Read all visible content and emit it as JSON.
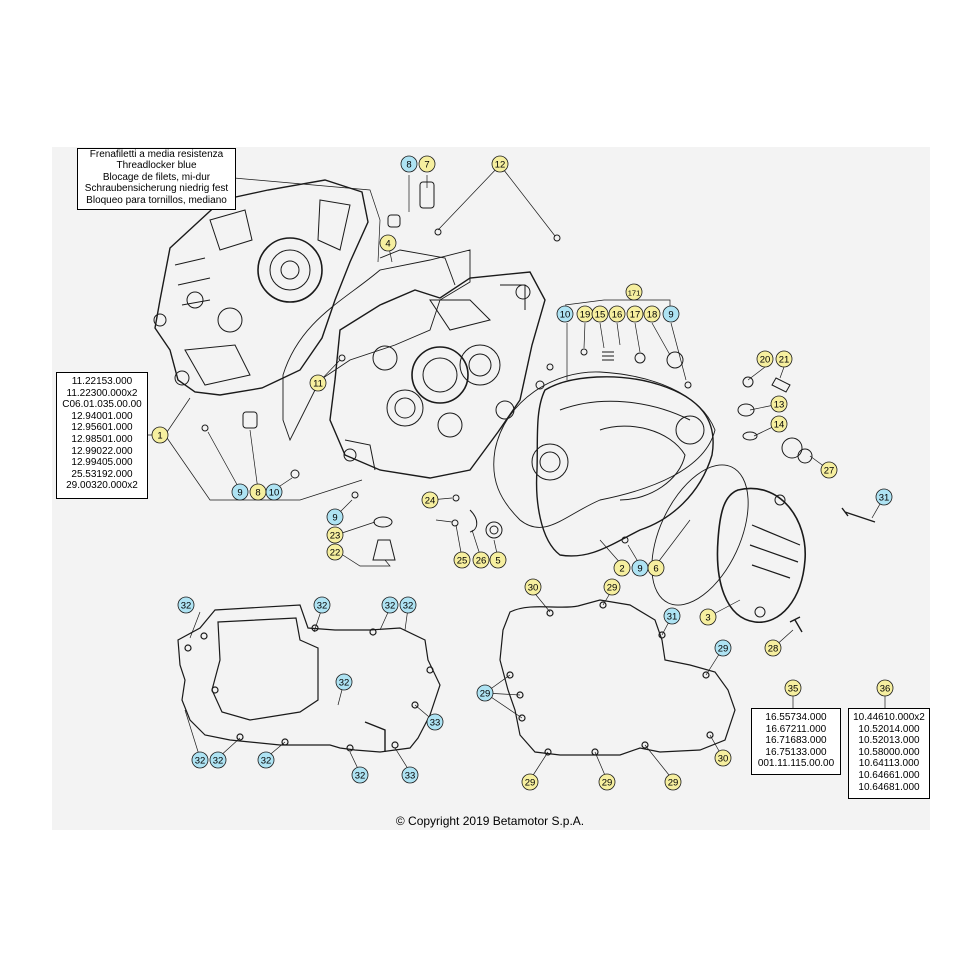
{
  "note": {
    "lines": [
      "Frenafiletti a media resistenza",
      "Threadlocker blue",
      "Blocage de filets, mi-dur",
      "Schraubensicherung niedrig fest",
      "Bloqueo para tornillos, mediano"
    ]
  },
  "part_lists": {
    "list_1": [
      "11.22153.000",
      "11.22300.000x2",
      "C06.01.035.00.00",
      "12.94001.000",
      "12.95601.000",
      "12.98501.000",
      "12.99022.000",
      "12.99405.000",
      "25.53192.000",
      "29.00320.000x2"
    ],
    "list_35": [
      "16.55734.000",
      "16.67211.000",
      "16.71683.000",
      "16.75133.000",
      "001.11.115.00.00"
    ],
    "list_36": [
      "10.44610.000x2",
      "10.52014.000",
      "10.52013.000",
      "10.58000.000",
      "10.64113.000",
      "10.64661.000",
      "10.64681.000"
    ]
  },
  "callouts": [
    {
      "label": "8",
      "color": "blue"
    },
    {
      "label": "7",
      "color": "yellow"
    },
    {
      "label": "12",
      "color": "yellow"
    },
    {
      "label": "4",
      "color": "yellow"
    },
    {
      "label": "11",
      "color": "yellow"
    },
    {
      "label": "1",
      "color": "yellow"
    },
    {
      "label": "9",
      "color": "blue"
    },
    {
      "label": "8",
      "color": "yellow"
    },
    {
      "label": "10",
      "color": "blue"
    },
    {
      "label": "9",
      "color": "blue"
    },
    {
      "label": "23",
      "color": "yellow"
    },
    {
      "label": "22",
      "color": "yellow"
    },
    {
      "label": "24",
      "color": "yellow"
    },
    {
      "label": "25",
      "color": "yellow"
    },
    {
      "label": "26",
      "color": "yellow"
    },
    {
      "label": "5",
      "color": "yellow"
    },
    {
      "label": "2",
      "color": "yellow"
    },
    {
      "label": "9",
      "color": "blue"
    },
    {
      "label": "6",
      "color": "yellow"
    },
    {
      "label": "3",
      "color": "yellow"
    },
    {
      "label": "171",
      "color": "yellow"
    },
    {
      "label": "10",
      "color": "blue"
    },
    {
      "label": "19",
      "color": "yellow"
    },
    {
      "label": "15",
      "color": "yellow"
    },
    {
      "label": "16",
      "color": "yellow"
    },
    {
      "label": "17",
      "color": "yellow"
    },
    {
      "label": "18",
      "color": "yellow"
    },
    {
      "label": "9",
      "color": "blue"
    },
    {
      "label": "20",
      "color": "yellow"
    },
    {
      "label": "21",
      "color": "yellow"
    },
    {
      "label": "13",
      "color": "yellow"
    },
    {
      "label": "14",
      "color": "yellow"
    },
    {
      "label": "27",
      "color": "yellow"
    },
    {
      "label": "31",
      "color": "blue"
    },
    {
      "label": "28",
      "color": "yellow"
    },
    {
      "label": "32",
      "color": "blue"
    },
    {
      "label": "32",
      "color": "blue"
    },
    {
      "label": "32",
      "color": "blue"
    },
    {
      "label": "32",
      "color": "blue"
    },
    {
      "label": "32",
      "color": "blue"
    },
    {
      "label": "33",
      "color": "blue"
    },
    {
      "label": "32",
      "color": "blue"
    },
    {
      "label": "32",
      "color": "blue"
    },
    {
      "label": "32",
      "color": "blue"
    },
    {
      "label": "32",
      "color": "blue"
    },
    {
      "label": "33",
      "color": "blue"
    },
    {
      "label": "30",
      "color": "yellow"
    },
    {
      "label": "29",
      "color": "yellow"
    },
    {
      "label": "31",
      "color": "blue"
    },
    {
      "label": "29",
      "color": "blue"
    },
    {
      "label": "29",
      "color": "blue"
    },
    {
      "label": "30",
      "color": "yellow"
    },
    {
      "label": "29",
      "color": "yellow"
    },
    {
      "label": "29",
      "color": "yellow"
    },
    {
      "label": "29",
      "color": "yellow"
    },
    {
      "label": "35",
      "color": "yellow"
    },
    {
      "label": "36",
      "color": "yellow"
    }
  ],
  "colors": {
    "blue": "#aee3f3",
    "yellow": "#f6ef9f",
    "ink": "#1a1a1a"
  },
  "copyright": "© Copyright 2019 Betamotor S.p.A."
}
